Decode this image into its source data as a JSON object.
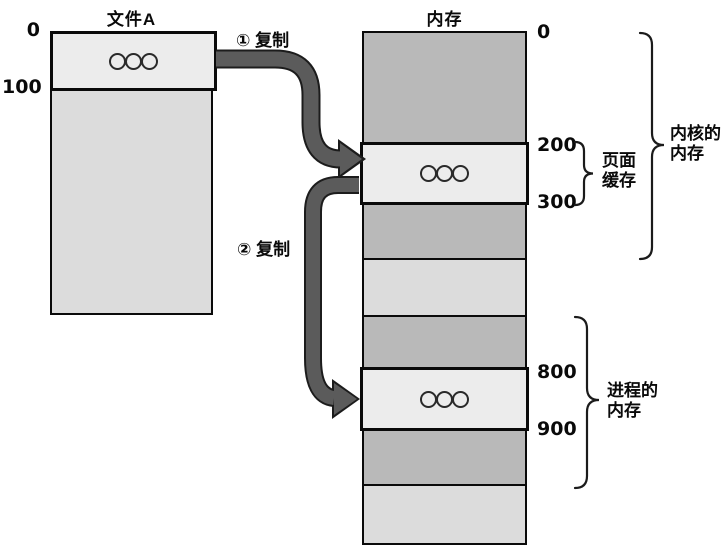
{
  "colors": {
    "background": "#ffffff",
    "block_dark": "#b9b9b9",
    "block_light": "#dcdcdc",
    "page_block": "#ececec",
    "arrow_fill": "#5b5b5b",
    "line": "#0a0a0a"
  },
  "file": {
    "title": "文件A",
    "ticks": [
      "0",
      "100"
    ],
    "page_icon": "three-circles"
  },
  "memory": {
    "title": "内存",
    "ticks": [
      "0",
      "200",
      "300",
      "800",
      "900"
    ],
    "blocks": [
      "dark",
      "page",
      "dark",
      "light",
      "dark",
      "page",
      "dark",
      "light"
    ],
    "page_icon": "three-circles"
  },
  "arrows": [
    {
      "label": "① 复制"
    },
    {
      "label": "② 复制"
    }
  ],
  "braces": {
    "page_cache": {
      "lines": [
        "页面",
        "缓存"
      ]
    },
    "kernel": {
      "lines": [
        "内核的",
        "内存"
      ]
    },
    "process": {
      "lines": [
        "进程的",
        "内存"
      ]
    }
  }
}
